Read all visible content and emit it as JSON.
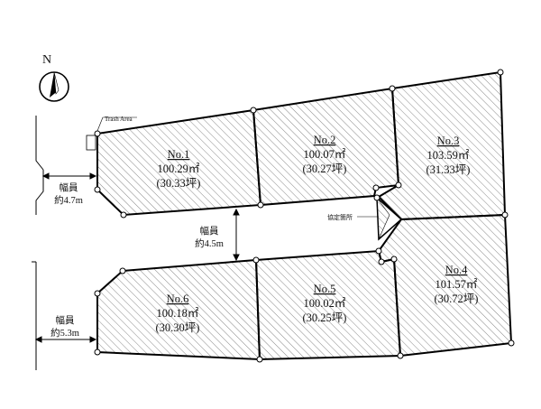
{
  "compass": {
    "letter": "N",
    "icon": "north-arrow-icon"
  },
  "trash_area": "Trash Area",
  "marker_label": "協定箇所",
  "roads": [
    {
      "id": "west-road-top",
      "label1": "幅員",
      "label2": "約4.7m"
    },
    {
      "id": "center-road",
      "label1": "幅員",
      "label2": "約4.5m"
    },
    {
      "id": "west-road-bottom",
      "label1": "幅員",
      "label2": "約5.3m"
    }
  ],
  "lots": [
    {
      "no": "No.1",
      "area": "100.29㎡",
      "tsubo": "(30.33坪)"
    },
    {
      "no": "No.2",
      "area": "100.07㎡",
      "tsubo": "(30.27坪)"
    },
    {
      "no": "No.3",
      "area": "103.59㎡",
      "tsubo": "(31.33坪)"
    },
    {
      "no": "No.4",
      "area": "101.57㎡",
      "tsubo": "(30.72坪)"
    },
    {
      "no": "No.5",
      "area": "100.02㎡",
      "tsubo": "(30.25坪)"
    },
    {
      "no": "No.6",
      "area": "100.18㎡",
      "tsubo": "(30.30坪)"
    }
  ]
}
